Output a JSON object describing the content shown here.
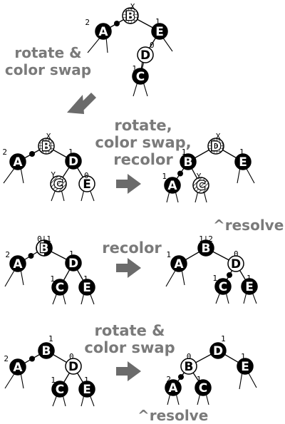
{
  "captions": {
    "step1": [
      "rotate &",
      "color swap"
    ],
    "step2": [
      "rotate,",
      "color swap,",
      "recolor"
    ],
    "step3": "recolor",
    "step3_resolve": "^resolve",
    "step4": [
      "rotate &",
      "color swap"
    ],
    "step4_resolve": "^resolve"
  },
  "colors": {
    "caption": "#7a7a7a",
    "arrow": "#6b6b6b",
    "black_node": "#000000",
    "red_node": "#ffffff"
  },
  "icons": [
    "diagonal-arrow-icon",
    "right-arrow-icon"
  ],
  "trees": [
    {
      "id": "tree-1",
      "nodes": [
        {
          "id": "B",
          "letter": "B",
          "fill": "grid",
          "mark": "X"
        },
        {
          "id": "A",
          "letter": "A",
          "fill": "black",
          "mark": "2"
        },
        {
          "id": "E",
          "letter": "E",
          "fill": "black",
          "mark": "1"
        },
        {
          "id": "D",
          "letter": "D",
          "fill": "white",
          "mark": "0"
        },
        {
          "id": "C",
          "letter": "C",
          "fill": "black",
          "mark": "1"
        }
      ]
    },
    {
      "id": "tree-2",
      "nodes": [
        {
          "id": "B",
          "letter": "B",
          "fill": "grid",
          "mark": "X"
        },
        {
          "id": "A",
          "letter": "A",
          "fill": "black",
          "mark": "2"
        },
        {
          "id": "D",
          "letter": "D",
          "fill": "black",
          "mark": "1"
        },
        {
          "id": "C",
          "letter": "C",
          "fill": "hatch",
          "mark": "Y"
        },
        {
          "id": "E",
          "letter": "E",
          "fill": "white",
          "mark": "0"
        }
      ]
    },
    {
      "id": "tree-3",
      "nodes": [
        {
          "id": "D",
          "letter": "D",
          "fill": "grid",
          "mark": "X"
        },
        {
          "id": "B",
          "letter": "B",
          "fill": "black",
          "mark": "1"
        },
        {
          "id": "E",
          "letter": "E",
          "fill": "black",
          "mark": "1"
        },
        {
          "id": "A",
          "letter": "A",
          "fill": "black",
          "mark": "1"
        },
        {
          "id": "C",
          "letter": "C",
          "fill": "hatch",
          "mark": "Y"
        }
      ]
    },
    {
      "id": "tree-4",
      "nodes": [
        {
          "id": "B",
          "letter": "B",
          "fill": "half",
          "mark": "0|1"
        },
        {
          "id": "A",
          "letter": "A",
          "fill": "black",
          "mark": "2"
        },
        {
          "id": "D",
          "letter": "D",
          "fill": "black",
          "mark": "1"
        },
        {
          "id": "C",
          "letter": "C",
          "fill": "black",
          "mark": "1"
        },
        {
          "id": "E",
          "letter": "E",
          "fill": "black",
          "mark": "1"
        }
      ]
    },
    {
      "id": "tree-5",
      "nodes": [
        {
          "id": "B",
          "letter": "B",
          "fill": "black",
          "mark": "1|2"
        },
        {
          "id": "A",
          "letter": "A",
          "fill": "black",
          "mark": "1"
        },
        {
          "id": "D",
          "letter": "D",
          "fill": "white",
          "mark": "0"
        },
        {
          "id": "C",
          "letter": "C",
          "fill": "black",
          "mark": "1"
        },
        {
          "id": "E",
          "letter": "E",
          "fill": "black",
          "mark": "1"
        }
      ]
    },
    {
      "id": "tree-6",
      "nodes": [
        {
          "id": "B",
          "letter": "B",
          "fill": "black",
          "mark": "1"
        },
        {
          "id": "A",
          "letter": "A",
          "fill": "black",
          "mark": "2"
        },
        {
          "id": "D",
          "letter": "D",
          "fill": "white",
          "mark": "0"
        },
        {
          "id": "C",
          "letter": "C",
          "fill": "black",
          "mark": "1"
        },
        {
          "id": "E",
          "letter": "E",
          "fill": "black",
          "mark": "1"
        }
      ]
    },
    {
      "id": "tree-7",
      "nodes": [
        {
          "id": "D",
          "letter": "D",
          "fill": "black",
          "mark": "1"
        },
        {
          "id": "B",
          "letter": "B",
          "fill": "white",
          "mark": "0"
        },
        {
          "id": "E",
          "letter": "E",
          "fill": "black",
          "mark": "1"
        },
        {
          "id": "A",
          "letter": "A",
          "fill": "black",
          "mark": "2"
        },
        {
          "id": "C",
          "letter": "C",
          "fill": "black",
          "mark": "1"
        }
      ]
    }
  ]
}
